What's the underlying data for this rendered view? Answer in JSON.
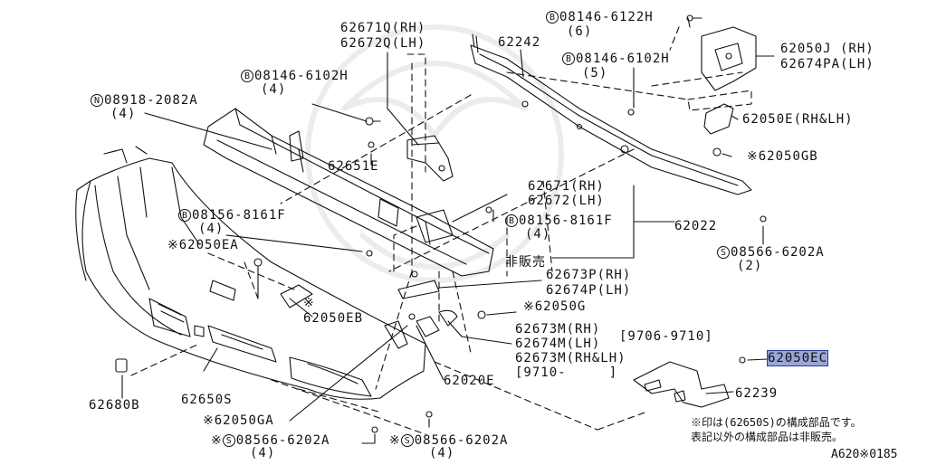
{
  "labels": {
    "p62671q": "62671Q(RH)",
    "p62672q": "62672Q(LH)",
    "b08146_6122h": "08146-6122H",
    "q6": "(6)",
    "p62242": "62242",
    "p62050j": "62050J (RH)",
    "p62674pa": "62674PA(LH)",
    "b08146_6102h_r": "08146-6102H",
    "q5": "(5)",
    "b08146_6102h_l": "08146-6102H",
    "q4a": "(4)",
    "n08918": "08918-2082A",
    "q4b": "(4)",
    "p62050e": "62050E(RH&LH)",
    "p62651e": "62651E",
    "p62050gb": "62050GB",
    "p62671": "62671(RH)",
    "p62672": "62672(LH)",
    "b08156_l": "08156-8161F",
    "q4c": "(4)",
    "b08156_r": "08156-8161F",
    "q4d": "(4)",
    "p62022": "62022",
    "p62050ea": "62050EA",
    "s08566_r": "08566-6202A",
    "q2": "(2)",
    "hihanbai": "非販売",
    "p62673p": "62673P(RH)",
    "p62674p": "62674P(LH)",
    "p62050eb": "62050EB",
    "p62050g": "62050G",
    "p62673m": "62673M(RH)",
    "p62674m": "62674M(LH)",
    "p62673m2": "62673M(RH&LH)",
    "d9706": "[9706-9710]",
    "d9710": "[9710-     ]",
    "p62050ec": "62050EC",
    "p62680b": "62680B",
    "p62650s": "62650S",
    "p62020e": "62020E",
    "p62239": "62239",
    "p62050ga": "62050GA",
    "s08566_l": "08566-6202A",
    "q4e": "(4)",
    "s08566_m": "08566-6202A",
    "q4f": "(4)",
    "note1": "※印は(62650S)の構成部品です。",
    "note2": "表記以外の構成部品は非販売。",
    "code": "A620※0185"
  },
  "symbols": {
    "bolt_b": "B",
    "nut_n": "N",
    "screw_s": "S",
    "kome": "※"
  },
  "colors": {
    "line": "#111111",
    "highlight": "#9aa6d6",
    "highlight_border": "#2a3a9a"
  }
}
